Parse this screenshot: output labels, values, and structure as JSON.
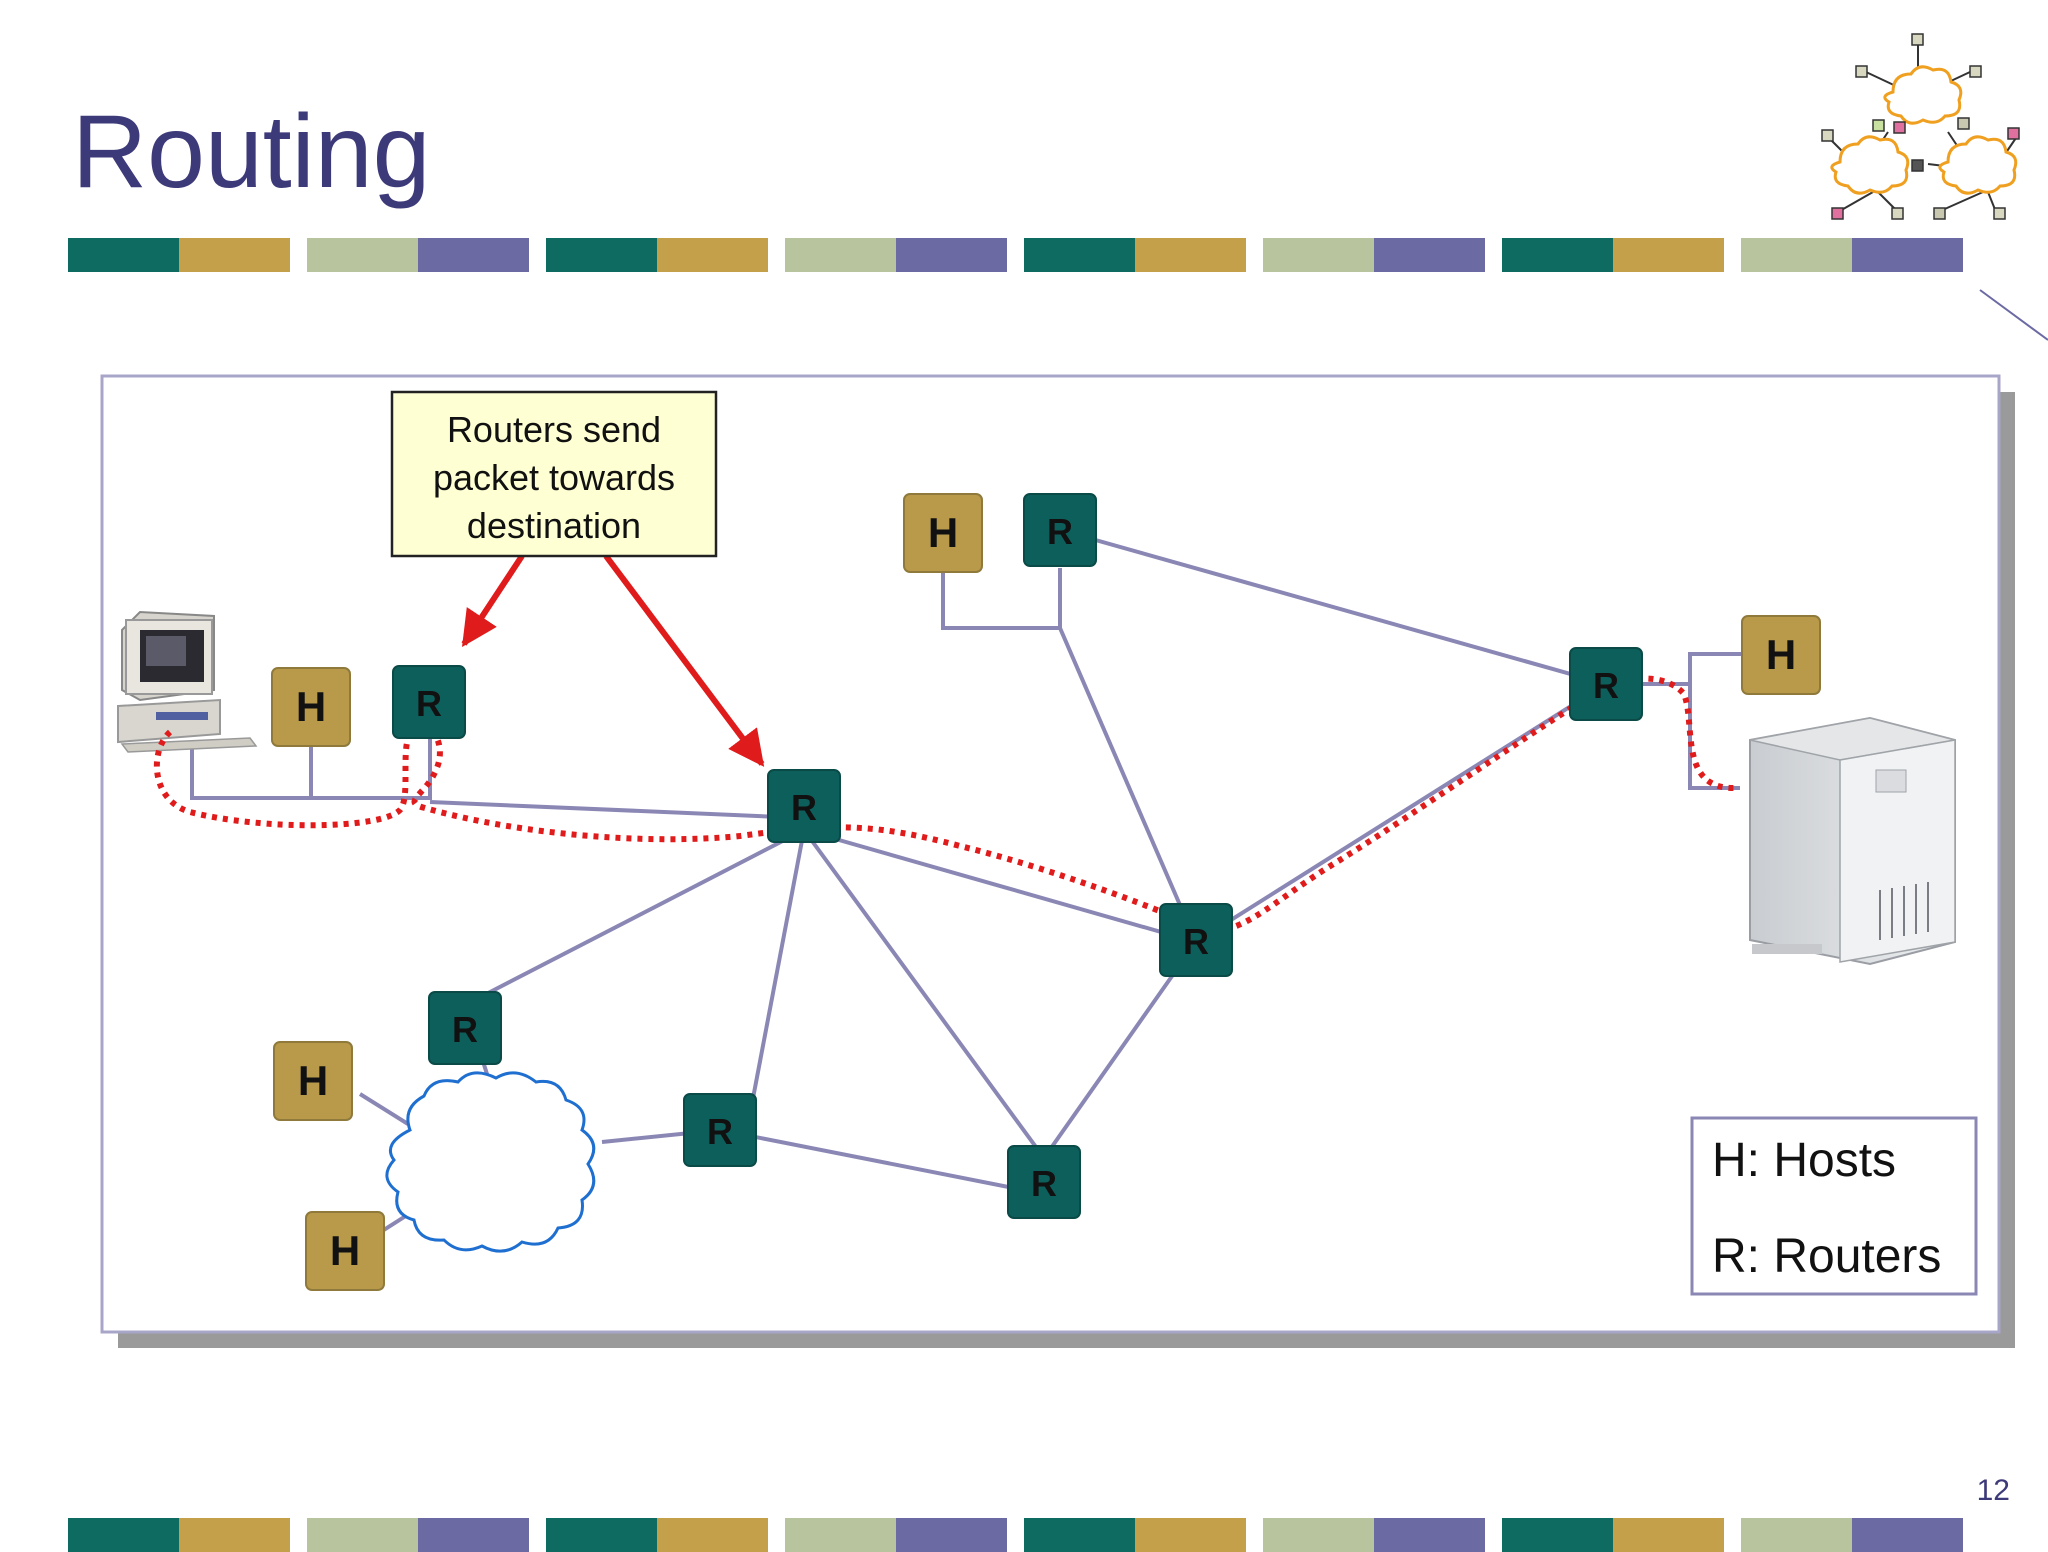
{
  "slide": {
    "title": "Routing",
    "page_number": "12"
  },
  "colors": {
    "title": "#3d3a7a",
    "host": "#b89a4a",
    "router": "#0d5f5c",
    "link": "#8a87b5",
    "route_path": "#e01b1b",
    "callout_bg": "#ffffd4",
    "stripe": [
      "#0d6b62",
      "#c4a04a",
      "#b7c49e",
      "#6b6aa3"
    ]
  },
  "callout": {
    "lines": [
      "Routers send",
      "packet towards",
      "destination"
    ]
  },
  "legend": {
    "hosts": "H: Hosts",
    "routers": "R: Routers"
  },
  "labels": {
    "host": "H",
    "router": "R"
  },
  "icons": {
    "source": "desktop-computer-icon",
    "destination": "server-tower-icon",
    "logo": "network-clouds-logo-icon",
    "lan": "cloud-icon"
  }
}
